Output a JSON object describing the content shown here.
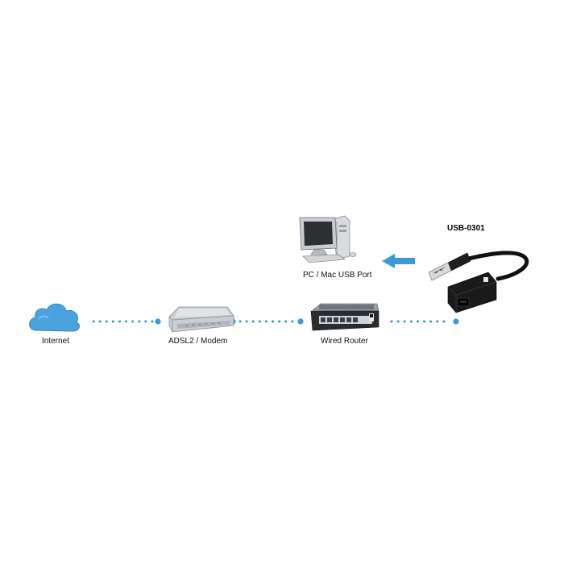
{
  "diagram": {
    "product_title": "USB-0301",
    "nodes": [
      {
        "id": "internet",
        "label": "Internet",
        "icon": "cloud-icon"
      },
      {
        "id": "modem",
        "label": "ADSL2 / Modem",
        "icon": "modem-icon"
      },
      {
        "id": "router",
        "label": "Wired Router",
        "icon": "router-icon"
      },
      {
        "id": "pc",
        "label": "PC / Mac USB Port",
        "icon": "desktop-pc-icon"
      },
      {
        "id": "adapter",
        "label": "",
        "icon": "usb-ethernet-adapter-icon"
      }
    ],
    "connections": [
      {
        "from": "internet",
        "to": "modem",
        "style": "dotted"
      },
      {
        "from": "modem",
        "to": "router",
        "style": "dotted"
      },
      {
        "from": "router",
        "to": "adapter",
        "style": "dotted"
      },
      {
        "from": "adapter",
        "to": "pc",
        "style": "arrow"
      }
    ],
    "colors": {
      "link": "#3a9ad9",
      "cloud": "#4aa3df",
      "device_dark": "#1a1a1a",
      "device_light": "#cfd3d6"
    }
  }
}
